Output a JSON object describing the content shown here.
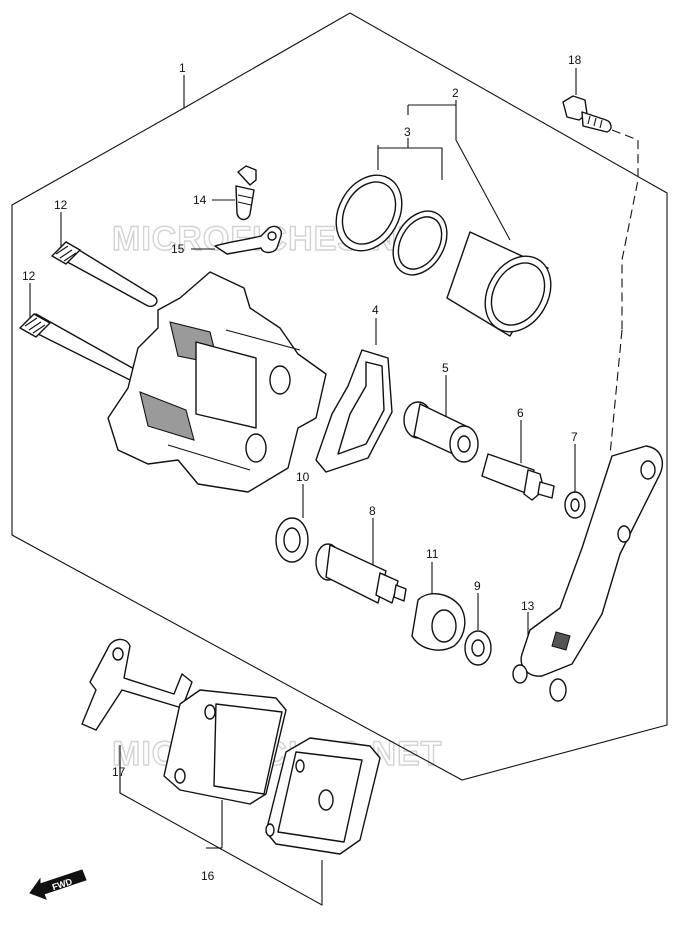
{
  "watermarks": [
    "MICROFICHES.NET",
    "MICROFICHES.NET"
  ],
  "callouts": {
    "c1": "1",
    "c2": "2",
    "c3": "3",
    "c4": "4",
    "c5": "5",
    "c6": "6",
    "c7": "7",
    "c8": "8",
    "c9": "9",
    "c10": "10",
    "c11": "11",
    "c12a": "12",
    "c12b": "12",
    "c13": "13",
    "c14": "14",
    "c15": "15",
    "c16": "16",
    "c17": "17",
    "c18": "18"
  },
  "fwd_label": "FWD"
}
